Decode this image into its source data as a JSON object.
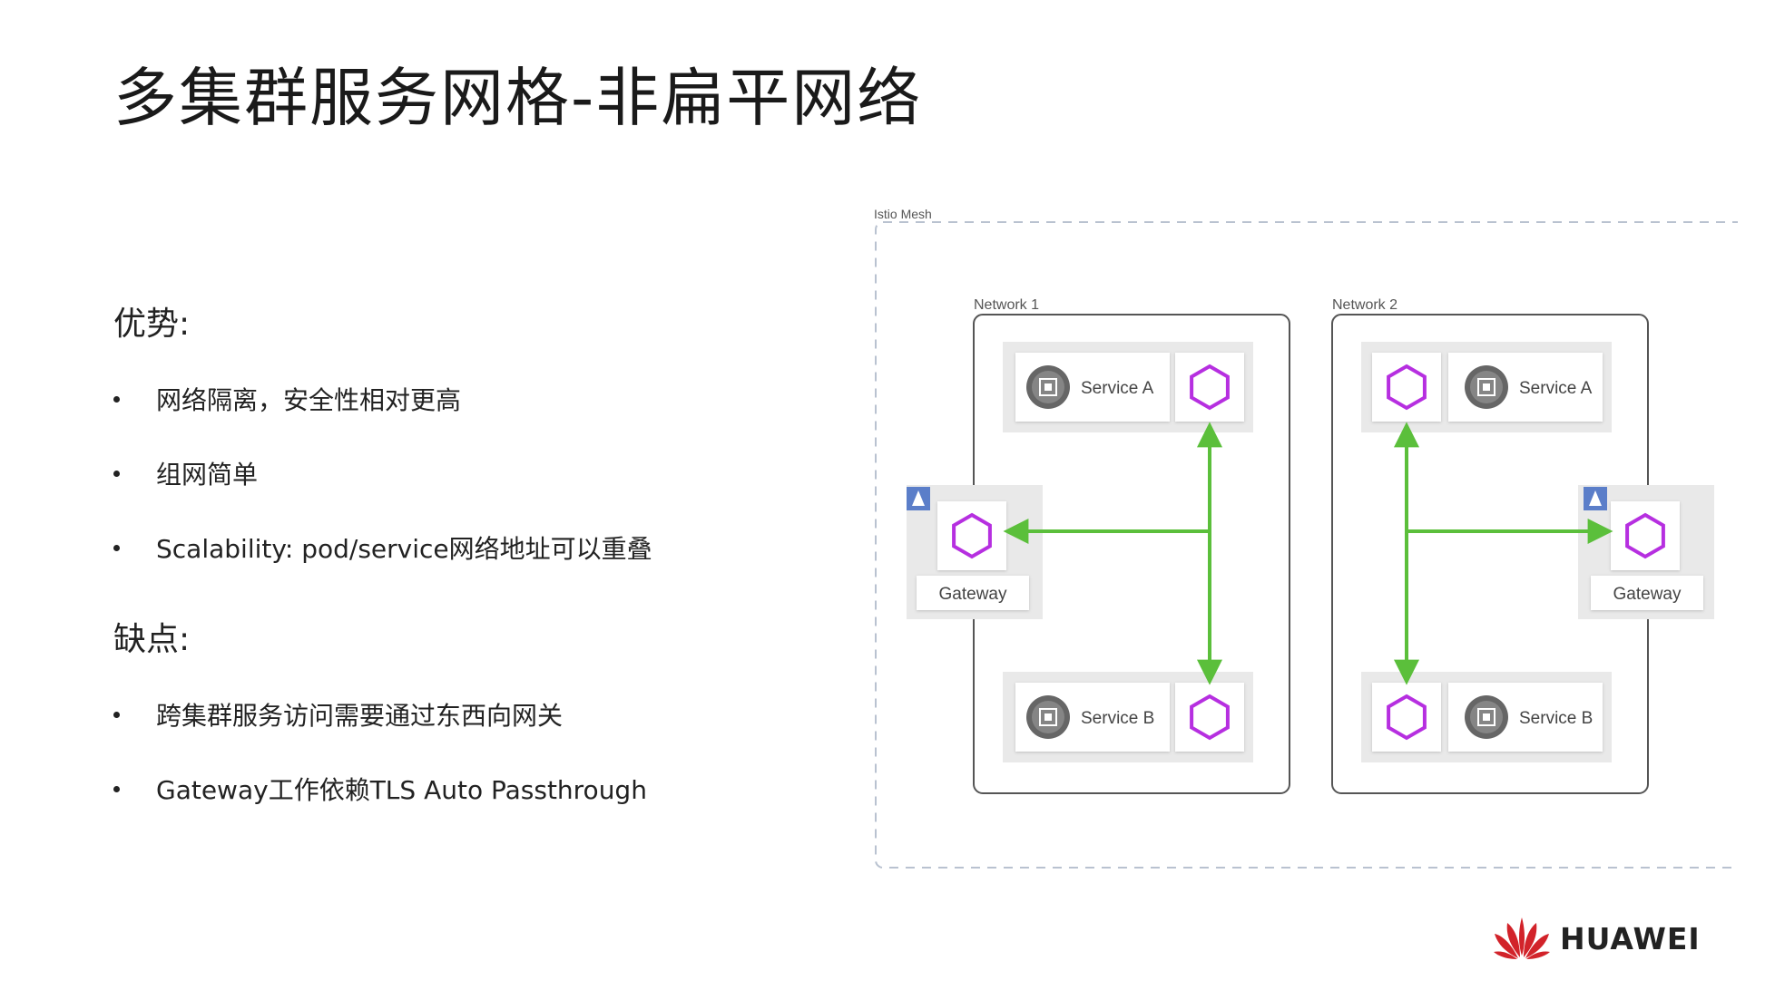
{
  "title": "多集群服务网格-非扁平网络",
  "advantages": {
    "heading": "优势:",
    "items": [
      "网络隔离，安全性相对更高",
      "组网简单",
      "Scalability: pod/service网络地址可以重叠"
    ]
  },
  "disadvantages": {
    "heading": "缺点:",
    "items": [
      "跨集群服务访问需要通过东西向网关",
      "Gateway工作依赖TLS Auto Passthrough"
    ]
  },
  "diagram": {
    "mesh_label": "Istio Mesh",
    "network1_label": "Network 1",
    "network2_label": "Network 2",
    "service_a_label": "Service A",
    "service_b_label": "Service B",
    "gateway_label": "Gateway",
    "colors": {
      "proxy_hex": "#b62fe0",
      "arrow": "#5bbf3b",
      "gateway_badge": "#5b7ec9"
    }
  },
  "brand": {
    "name": "HUAWEI",
    "logo_color": "#d2232a"
  }
}
